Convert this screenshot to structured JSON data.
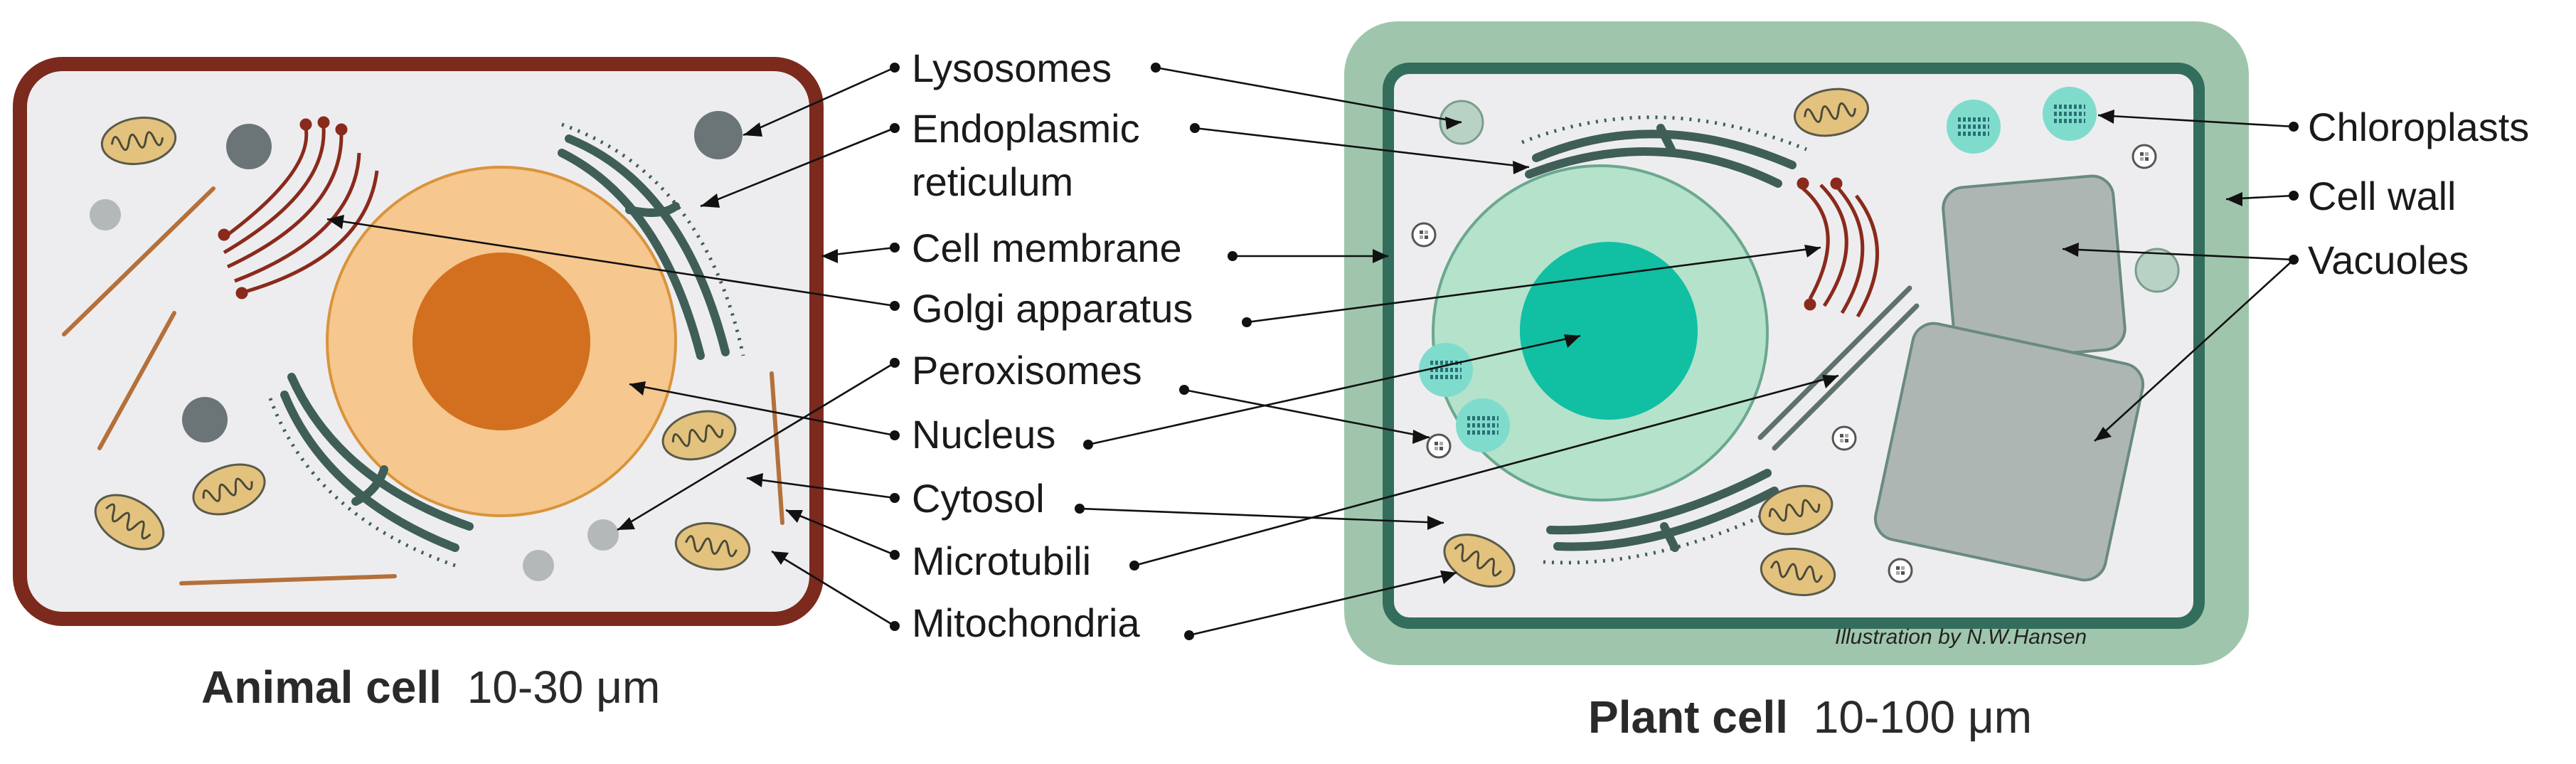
{
  "labels": {
    "lysosomes": "Lysosomes",
    "endoplasmic_reticulum_line1": "Endoplasmic",
    "endoplasmic_reticulum_line2": "reticulum",
    "cell_membrane": "Cell membrane",
    "golgi_apparatus": "Golgi apparatus",
    "peroxisomes": "Peroxisomes",
    "nucleus": "Nucleus",
    "cytosol": "Cytosol",
    "microtubili": "Microtubili",
    "mitochondria": "Mitochondria",
    "chloroplasts": "Chloroplasts",
    "cell_wall": "Cell wall",
    "vacuoles": "Vacuoles"
  },
  "captions": {
    "animal_bold": "Animal cell",
    "animal_size": "10-30 μm",
    "plant_bold": "Plant cell",
    "plant_size": "10-100 μm"
  },
  "credit": "Illustration by N.W.Hansen",
  "colors": {
    "animal_border": "#7b2a1d",
    "cytoplasm": "#ededef",
    "plant_wall": "#9fc6ad",
    "plant_membrane": "#336d5c",
    "animal_nucleus": "#f6c78e",
    "animal_nucleolus": "#d2701f",
    "plant_nucleus": "#b4e2cb",
    "plant_nucleolus": "#11bfa3",
    "vacuole": "#aeb6b3",
    "mitochondria": "#e3c27e",
    "golgi": "#8a2a1c",
    "er": "#3f5e57"
  }
}
